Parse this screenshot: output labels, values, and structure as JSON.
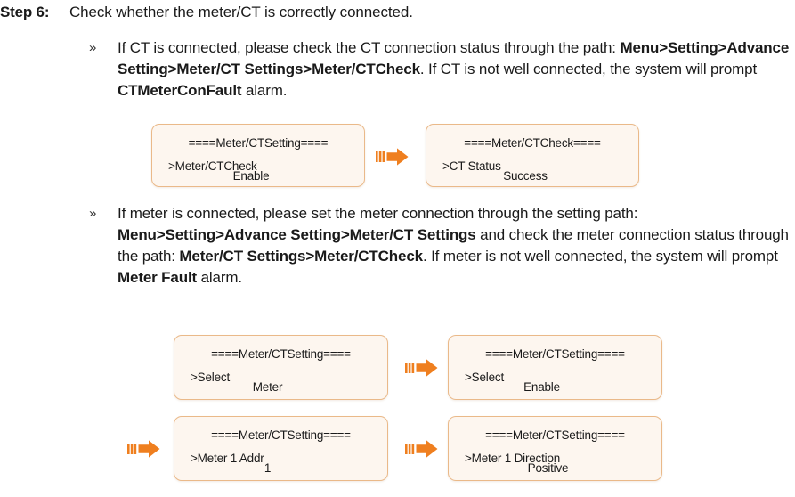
{
  "step": {
    "label": "Step 6:",
    "text": "Check whether the meter/CT is correctly connected."
  },
  "bullets": [
    {
      "marker": "»",
      "segments": [
        {
          "text": "If CT is connected, please check the CT connection status through the path: ",
          "bold": false
        },
        {
          "text": "Menu>Setting>Advance Setting>Meter/CT Settings>Meter/CTCheck",
          "bold": true
        },
        {
          "text": ". If CT is not well connected, the system will prompt ",
          "bold": false
        },
        {
          "text": "CTMeterConFault",
          "bold": true
        },
        {
          "text": " alarm.",
          "bold": false
        }
      ]
    },
    {
      "marker": "»",
      "segments": [
        {
          "text": "If meter is connected, please set the meter connection through the setting path: ",
          "bold": false
        },
        {
          "text": "Menu>Setting>Advance Setting>Meter/CT Settings",
          "bold": true
        },
        {
          "text": " and check the meter connection status through the path: ",
          "bold": false
        },
        {
          "text": "Meter/CT Settings>Meter/CTCheck",
          "bold": true
        },
        {
          "text": ". If meter is not well connected, the system will prompt ",
          "bold": false
        },
        {
          "text": "Meter Fault",
          "bold": true
        },
        {
          "text": " alarm.",
          "bold": false
        }
      ]
    }
  ],
  "screens": {
    "ct_check_setting": {
      "title": "====Meter/CTSetting====",
      "key": ">Meter/CTCheck",
      "value": "Enable"
    },
    "ct_check_status": {
      "title": "====Meter/CTCheck====",
      "key": ">CT Status",
      "value": "Success"
    },
    "meter_select_meter": {
      "title": "====Meter/CTSetting====",
      "key": ">Select",
      "value": "Meter"
    },
    "meter_select_enable": {
      "title": "====Meter/CTSetting====",
      "key": ">Select",
      "value": "Enable"
    },
    "meter_addr": {
      "title": "====Meter/CTSetting====",
      "key": ">Meter 1 Addr",
      "value": "1"
    },
    "meter_direction": {
      "title": "====Meter/CTSetting====",
      "key": ">Meter 1 Direction",
      "value": "Positive"
    }
  },
  "colors": {
    "accent_orange": "#ef7f1f",
    "screen_border": "#eab989",
    "screen_fill": "#fdf6ef",
    "text": "#1a1a1a"
  }
}
